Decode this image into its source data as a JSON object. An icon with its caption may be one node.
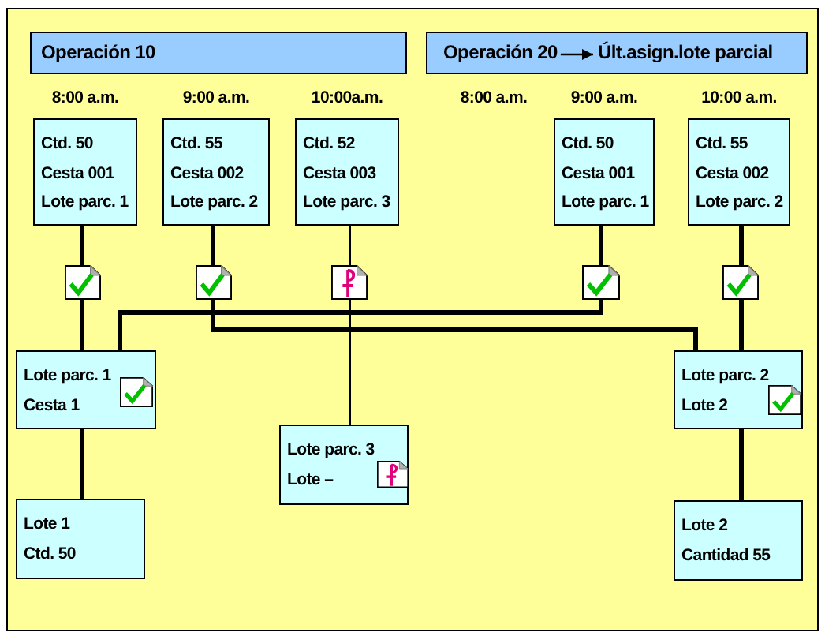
{
  "diagram": {
    "nodes": [
      {
        "text": [
          "Operación 10"
        ]
      },
      {
        "text": [],
        "shape": "box"
      },
      {
        "text": [
          "Operación 20"
        ],
        "in": 1
      },
      {
        "text": [
          "Últ.asign.lote parcial"
        ],
        "in": 1
      },
      {
        "text": [
          "Ctd. 50",
          "Cesta 001",
          "Lote parc. 1"
        ],
        "beside": [
          "8:00 a.m."
        ]
      },
      {
        "text": [
          "Ctd. 55",
          "Cesta 002",
          "Lote parc. 2"
        ],
        "beside": [
          "9:00 a.m."
        ]
      },
      {
        "text": [
          "Ctd. 52",
          "Cesta 003",
          "Lote parc. 3"
        ],
        "beside": [
          "10:00a.m."
        ]
      },
      {
        "text": [
          "Ctd. 50",
          "Cesta 001",
          "Lote parc. 1"
        ],
        "beside": [
          "9:00 a.m."
        ]
      },
      {
        "text": [
          "Ctd. 55",
          "Cesta 002",
          "Lote parc. 2"
        ],
        "beside": [
          "10:00 a.m."
        ]
      },
      {
        "text": [],
        "shape": "picture"
      },
      {
        "text": [],
        "shape": "picture"
      },
      {
        "text": [],
        "shape": "picture"
      },
      {
        "text": [],
        "shape": "picture"
      },
      {
        "text": [],
        "shape": "picture"
      },
      {
        "text": [
          "Lote parc. 1",
          "Cesta 1"
        ]
      },
      {
        "text": [],
        "shape": "picture",
        "in": 14
      },
      {
        "text": [
          "Lote parc. 2",
          "Lote 2"
        ]
      },
      {
        "text": [],
        "shape": "picture",
        "in": 16
      },
      {
        "text": [
          "Lote parc. 3",
          "Lote –"
        ]
      },
      {
        "text": [],
        "shape": "picture",
        "in": 18
      },
      {
        "text": [
          "Lote 1",
          "Ctd. 50"
        ]
      },
      {
        "text": [
          "Lote 2",
          "Cantidad 55"
        ]
      }
    ],
    "edges": [
      {
        "from": 2,
        "to": 3,
        "arrow": "to"
      },
      {
        "from": 4,
        "to": 9,
        "arrow": "none"
      },
      {
        "from": 5,
        "to": 10,
        "arrow": "none"
      },
      {
        "from": 6,
        "to": 11,
        "arrow": "none"
      },
      {
        "from": 7,
        "to": 12,
        "arrow": "none"
      },
      {
        "from": 8,
        "to": 13,
        "arrow": "none"
      },
      {
        "from": 9,
        "to": 14,
        "arrow": "none"
      },
      {
        "from": 10,
        "to": 16,
        "arrow": "none"
      },
      {
        "from": 11,
        "to": 18,
        "arrow": "none"
      },
      {
        "from": 12,
        "to": 14,
        "arrow": "none"
      },
      {
        "from": 13,
        "to": 16,
        "arrow": "none"
      },
      {
        "from": 14,
        "to": 20,
        "arrow": "none"
      },
      {
        "from": 16,
        "to": 21,
        "arrow": "none"
      }
    ],
    "labels": [
      "8:00 a.m."
    ]
  }
}
